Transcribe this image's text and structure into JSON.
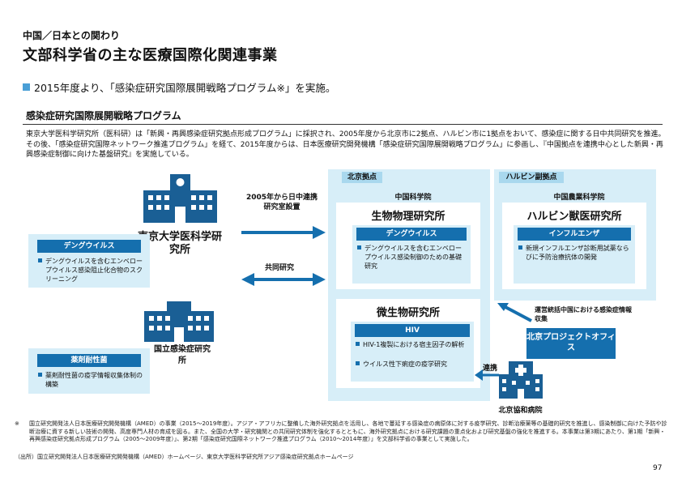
{
  "header": {
    "subtitle": "中国／日本との関わり",
    "title": "文部科学省の主な医療国際化関連事業"
  },
  "lead": {
    "text": "2015年度より、「感染症研究国際展開戦略プログラム※」を実施。"
  },
  "section": {
    "title": "感染症研究国際展開戦略プログラム",
    "body": "東京大学医科学研究所（医科研）は「新興・再興感染症研究拠点形成プログラム」に採択され、2005年度から北京市に2拠点、ハルビン市に1拠点をおいて、感染症に関する日中共同研究を推進。その後、「感染症研究国際ネットワーク推進プログラム」を経て、2015年度からは、日本医療研究開発機構「感染症研究国際展開戦略プログラム」に参画し、『中国拠点を連携中心とした新興・再興感染症制御に向けた基盤研究』を実施している。"
  },
  "left": {
    "dengue_tag": "デングウイルス",
    "dengue_item": "デングウイルスを含むエンベロープウイルス感染阻止化合物のスクリーニング",
    "ims_name": "東京大学医科学研究所",
    "drug_tag": "薬剤耐性菌",
    "drug_item": "薬剤耐性菌の疫学情報収集体制の構築",
    "niid_name": "国立感染症研究所"
  },
  "arrows": {
    "establish": "2005年から日中連携研究室設置",
    "joint": "共同研究"
  },
  "beijing": {
    "label": "北京拠点",
    "parent": "中国科学院",
    "biophys_name": "生物物理研究所",
    "biophys_tag": "デングウイルス",
    "biophys_item": "デングウイルスを含むエンベロープウイルス感染制御のための基礎研究",
    "micro_name": "微生物研究所",
    "micro_tag": "HIV",
    "micro_items": [
      "HIV-1複製における宿主因子の解析",
      "ウイルス性下痢症の疫学研究"
    ]
  },
  "harbin": {
    "label": "ハルビン副拠点",
    "parent": "中国農業科学院",
    "name": "ハルビン獣医研究所",
    "tag": "インフルエンザ",
    "item": "新規インフルエンザ診断用試薬ならびに予防治療抗体の開発"
  },
  "office": {
    "ops": "運営統括中国における感染症情報収集",
    "name": "北京プロジェクトオフィス",
    "coop": "連携",
    "hospital": "北京協和病院"
  },
  "footnotes": {
    "mark": "※",
    "note": "国立研究開発法人日本医療研究開発機構（AMED）の事業（2015～2019年度）。アジア・アフリカに整備した海外研究拠点を活用し、各地で蔓延する感染症の病原体に対する疫学研究、診断治療薬等の基礎的研究を推進し、感染制御に向けた予防や診断治療に資する新しい技術の開発、高度専門人材の育成を図る。また、全国の大学・研究機関との共同研究体制を強化するとともに、海外研究拠点における研究課題の重点化および研究基盤の強化を推進する。本事業は第3期にあたり、第1期「新興・再興感染症研究拠点形成プログラム（2005～2009年度）」、第2期「感染症研究国際ネットワーク推進プログラム（2010～2014年度）」を文部科学省の事業として実施した。",
    "source": "（出所）国立研究開発法人日本医療研究開発機構（AMED）ホームページ、東京大学医科学研究所アジア感染症研究拠点ホームページ",
    "page": "97"
  },
  "colors": {
    "accent": "#156fae",
    "panel": "#d7eef8",
    "bullet": "#4a9fd6"
  }
}
